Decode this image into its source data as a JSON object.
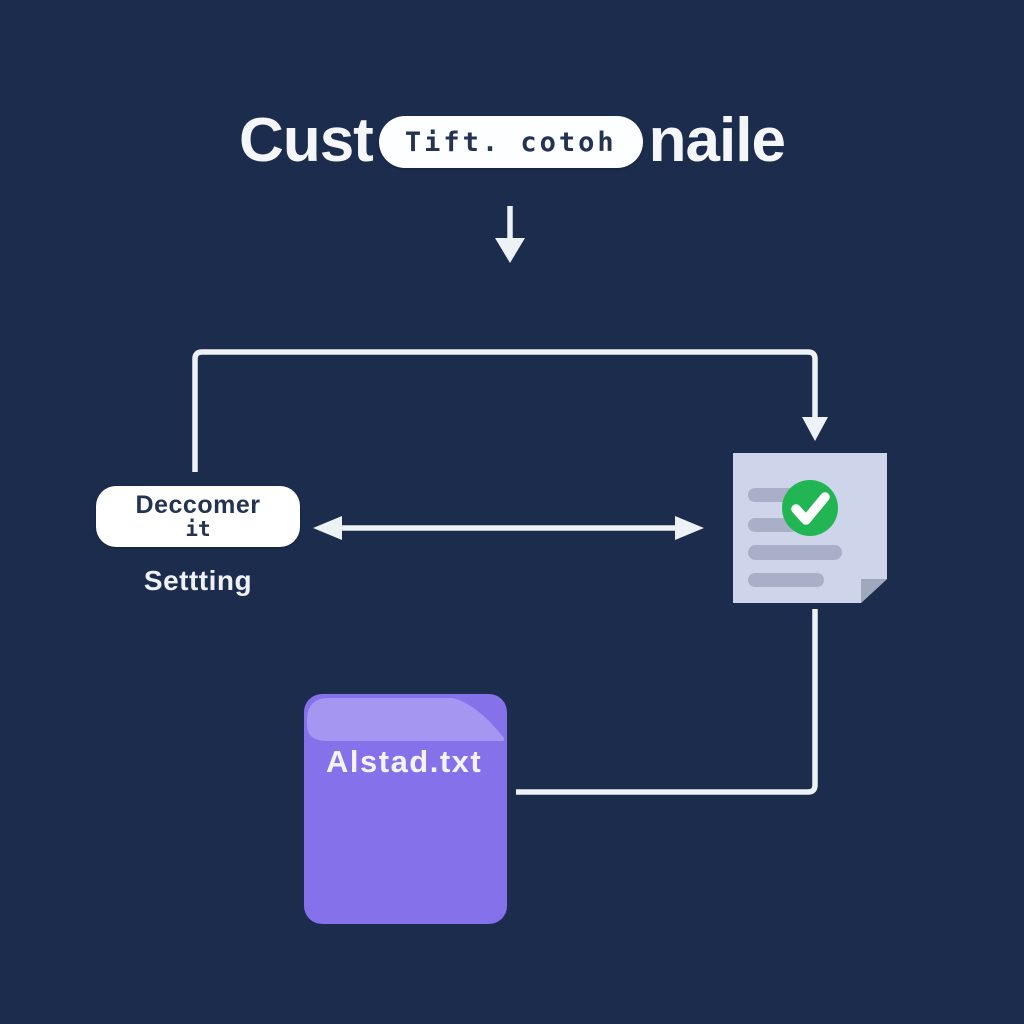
{
  "title": {
    "left": "Cust",
    "pill": "Tift. cotoh",
    "right": "naile"
  },
  "decoder_node": {
    "line1": "Deccomer",
    "line2": "it"
  },
  "settings_label": "Settting",
  "file_node": {
    "name": "Alstad.txt"
  },
  "icons": {
    "document": "document-with-check-icon",
    "check": "check-circle-icon",
    "file": "purple-file-icon",
    "arrows": [
      "down-arrow",
      "top-elbow-connector-arrow",
      "double-headed-arrow",
      "document-to-file-elbow-connector"
    ]
  },
  "colors": {
    "background": "#1c2c4d",
    "title_text": "#f4f6fa",
    "pill_background": "#fdfeff",
    "pill_text": "#243351",
    "connector": "#edf2f6",
    "document_body": "#ced4ea",
    "document_fold": "#9fa8bd",
    "document_lines": "#a8afc7",
    "check_green": "#22b553",
    "file_body": "#8571e9",
    "file_band": "#a496f1",
    "file_text": "#f6f3ff"
  }
}
